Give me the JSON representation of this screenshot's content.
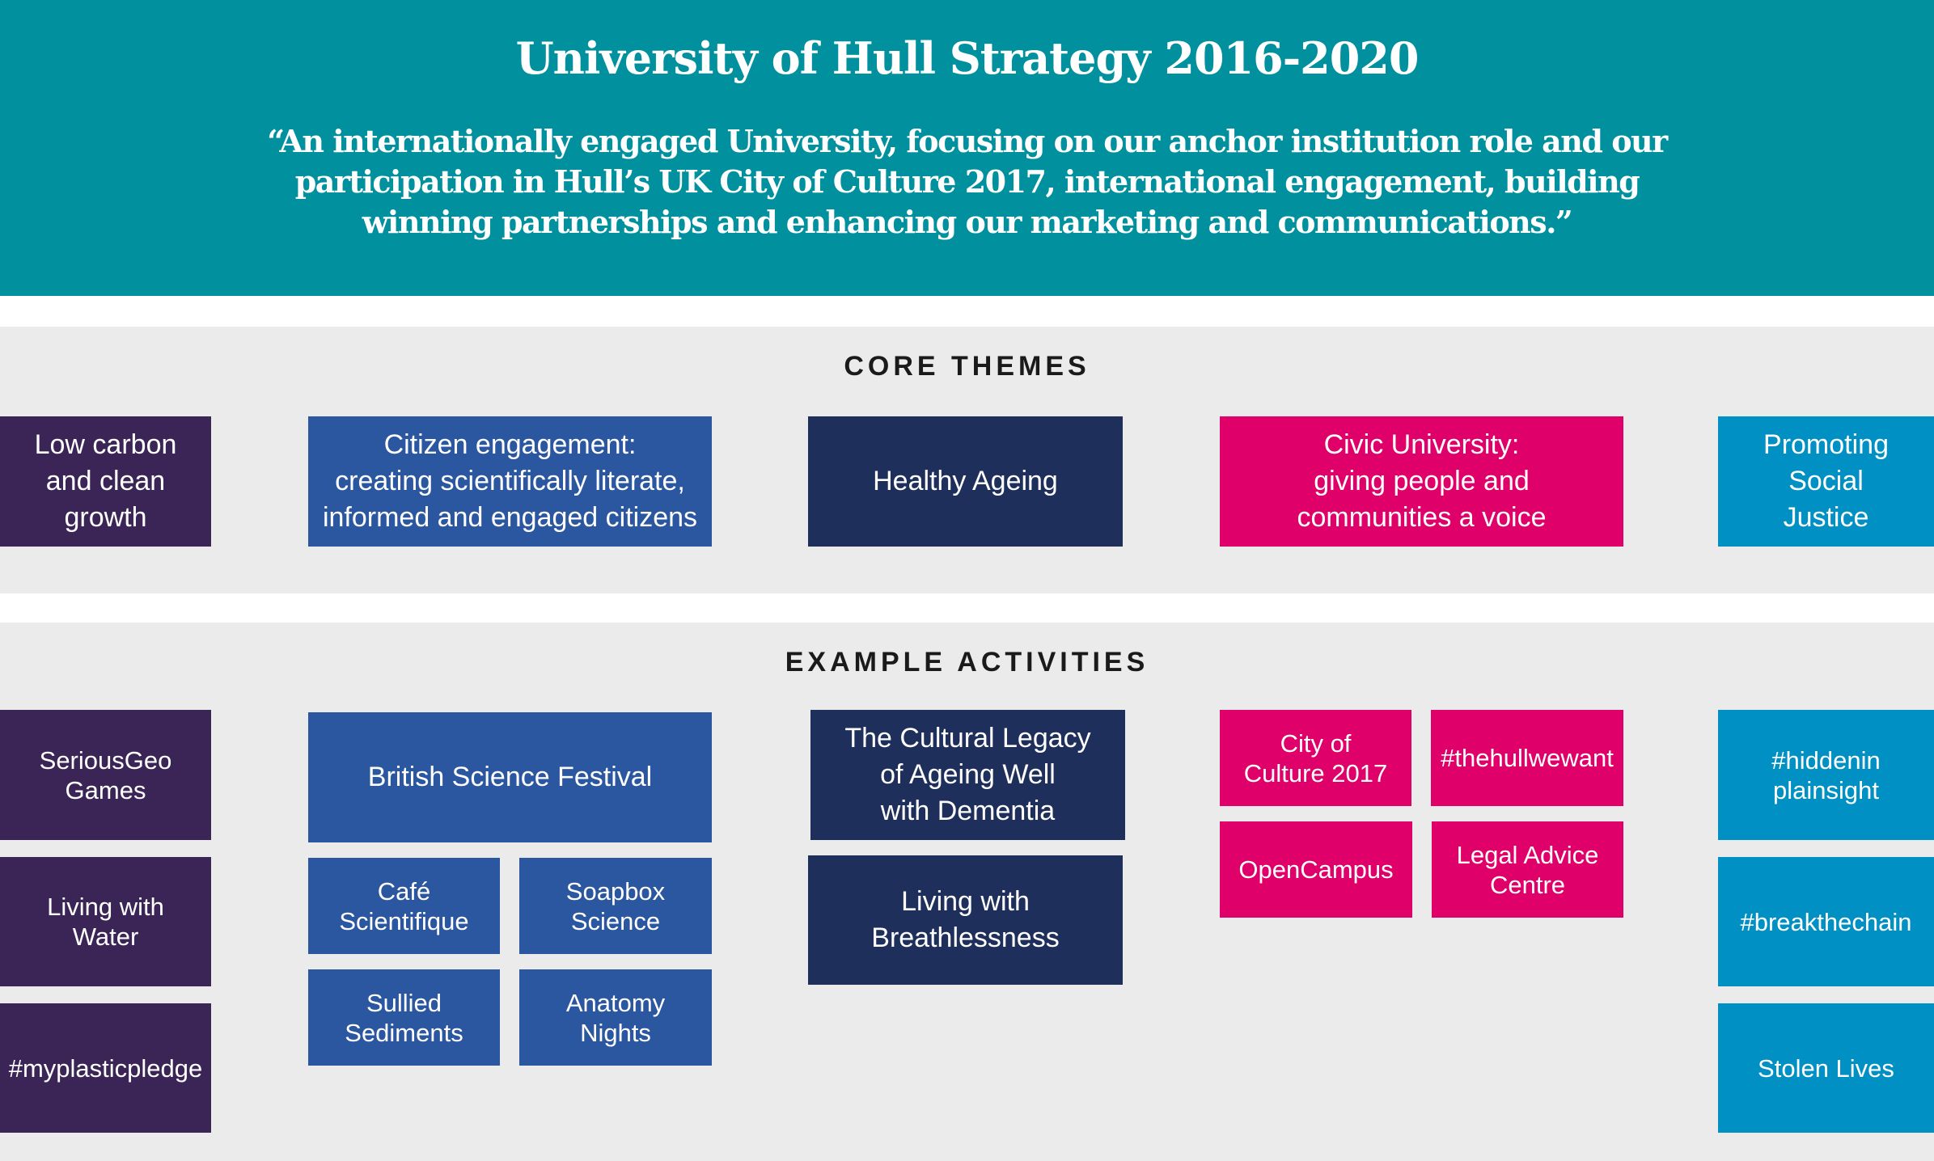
{
  "header": {
    "title": "University of Hull Strategy 2016-2020",
    "quote": "“An internationally engaged University, focusing on our anchor institution role and our participation in Hull’s UK City of Culture 2017, international engagement, building winning partnerships and enhancing our marketing and communications.”"
  },
  "core_themes": {
    "heading": "CORE THEMES",
    "items": [
      "Low carbon\nand clean\ngrowth",
      "Citizen engagement:\ncreating scientifically literate,\ninformed and engaged citizens",
      "Healthy Ageing",
      "Civic University:\ngiving people and\ncommunities a voice",
      "Promoting\nSocial\nJustice"
    ]
  },
  "example_activities": {
    "heading": "EXAMPLE ACTIVITIES",
    "low_carbon": [
      "SeriousGeo\nGames",
      "Living with\nWater",
      "#myplasticpledge"
    ],
    "citizen": [
      "British Science Festival",
      "Café\nScientifique",
      "Soapbox\nScience",
      "Sullied\nSediments",
      "Anatomy\nNights"
    ],
    "healthy_ageing": [
      "The Cultural Legacy\nof Ageing Well\nwith Dementia",
      "Living with\nBreathlessness"
    ],
    "civic": [
      "City of\nCulture 2017",
      "#thehullwewant",
      "OpenCampus",
      "Legal Advice\nCentre"
    ],
    "social_justice": [
      "#hiddenin\nplainsight",
      "#breakthechain",
      "Stolen Lives"
    ]
  },
  "colors": {
    "header": "#00909e",
    "low_carbon": "#3b2557",
    "citizen": "#2b56a0",
    "healthy_ageing": "#1f2f5c",
    "civic": "#e0006a",
    "social_justice": "#0090c4"
  }
}
